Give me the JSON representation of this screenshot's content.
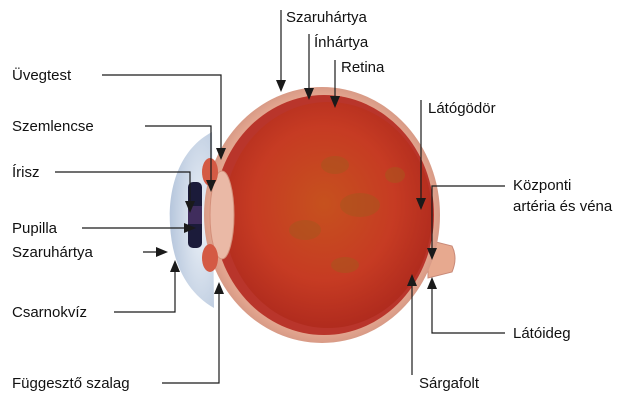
{
  "labels": {
    "uvegtest": "Üvegtest",
    "szemlencse": "Szemlencse",
    "irisz": "Írisz",
    "pupilla": "Pupilla",
    "szaruhartya_left": "Szaruhártya",
    "csarnokviz": "Csarnokvíz",
    "fuggeszto_szalag": "Függesztő szalag",
    "szaruhartya_top": "Szaruhártya",
    "inhartya": "Ínhártya",
    "retina": "Retina",
    "latogodor": "Látógödör",
    "kozponti_line1": "Központi",
    "kozponti_line2": "artéria és véna",
    "latoideg": "Látóideg",
    "sargafolt": "Sárgafolt"
  },
  "colors": {
    "sclera": "#d9a089",
    "choroid": "#c8453a",
    "retina_interior": "#c9411f",
    "lens": "#e8b9a8",
    "iris": "#1b1b3a",
    "cornea": "#c9d6e8",
    "optic_nerve": "#e7a98f"
  }
}
